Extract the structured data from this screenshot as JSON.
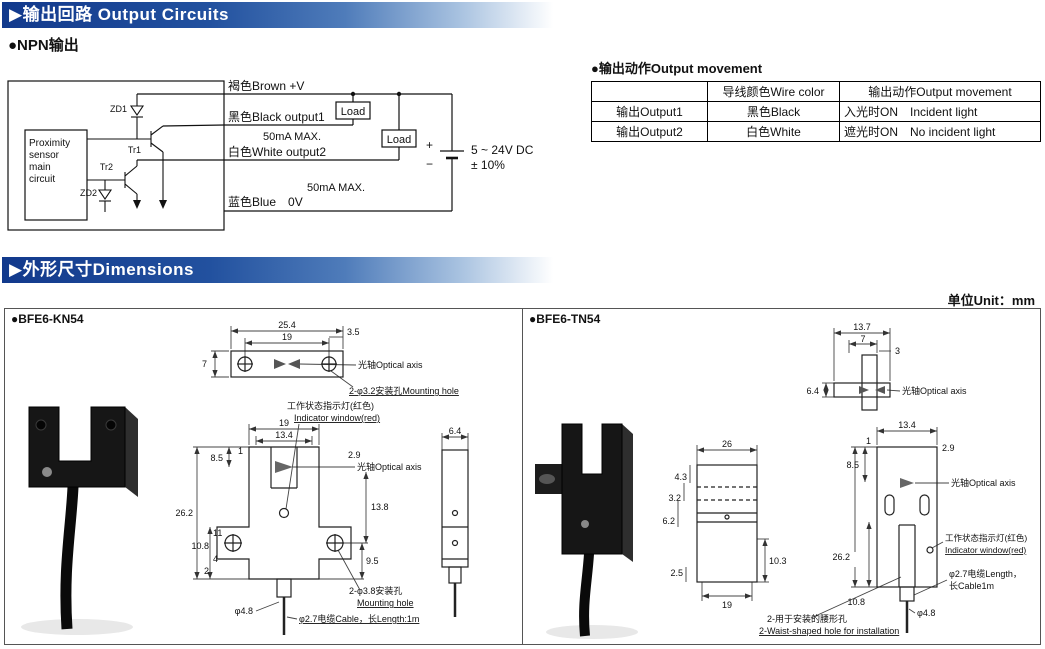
{
  "banners": {
    "output_circuits": "▶输出回路 Output Circuits",
    "dimensions": "▶外形尺寸Dimensions"
  },
  "unit_label": "单位Unit：mm",
  "colors": {
    "banner_blue": "#12398c",
    "line_black": "#111111"
  },
  "circuit": {
    "title": "●NPN输出",
    "box_l1": "Proximity",
    "box_l2": "sensor",
    "box_l3": "main",
    "box_l4": "circuit",
    "zd1": "ZD1",
    "tr1": "Tr1",
    "zd2": "ZD2",
    "tr2": "Tr2",
    "wire_brown": "褐色Brown +V",
    "wire_black": "黑色Black output1",
    "wire_white": "白色White output2",
    "wire_blue": "蓝色Blue　0V",
    "load1": "Load",
    "load2": "Load",
    "ma1": "50mA MAX.",
    "ma2": "50mA MAX.",
    "plus": "+",
    "minus": "−",
    "supply1": "5 ~ 24V DC",
    "supply2": "± 10%"
  },
  "output_table": {
    "title": "●输出动作Output movement",
    "col1": "",
    "col2": "导线颜色Wire color",
    "col3": "输出动作Output movement",
    "rows": [
      {
        "name": "输出Output1",
        "color": "黑色Black",
        "action": "入光时ON　Incident light"
      },
      {
        "name": "输出Output2",
        "color": "白色White",
        "action": "遮光时ON　No incident light"
      }
    ]
  },
  "models": [
    {
      "name": "●BFE6-KN54",
      "dims": {
        "w254": "25.4",
        "w19": "19",
        "r35": "3.5",
        "l7": "7",
        "axis_top": "光轴Optical axis",
        "mount_top": "2-φ3.2安装孔Mounting hole",
        "ind1": "工作状态指示灯(红色)",
        "ind2": "Indicator window(red)",
        "f19": "19",
        "f134": "13.4",
        "f1": "1",
        "f29": "2.9",
        "f85": "8.5",
        "axis_front": "光轴Optical axis",
        "h262": "26.2",
        "h11": "11",
        "h108": "10.8",
        "h4": "4",
        "h2": "2",
        "h138": "13.8",
        "h95": "9.5",
        "mountf1": "2-φ3.8安装孔",
        "mountf2": "Mounting hole",
        "s64": "6.4",
        "cdia": "φ4.8",
        "cable": "φ2.7电缆Cable，长Length:1m"
      }
    },
    {
      "name": "●BFE6-TN54",
      "dims": {
        "t137": "13.7",
        "t7": "7",
        "t3": "3",
        "t64": "6.4",
        "axis_top": "光轴Optical axis",
        "v26": "26",
        "v43": "4.3",
        "v32": "3.2",
        "v62": "6.2",
        "v25": "2.5",
        "v19": "19",
        "v103": "10.3",
        "f134": "13.4",
        "f1": "1",
        "f29": "2.9",
        "f85": "8.5",
        "axis_front": "光轴Optical axis",
        "h262": "26.2",
        "h108": "10.8",
        "ind1": "工作状态指示灯(红色)",
        "ind2": "Indicator window(red)",
        "cable1": "φ2.7电缆Length，",
        "cable2": "长Cable1m",
        "cdia": "φ4.8",
        "waist1": "2-用于安装的腰形孔",
        "waist2": "2-Waist-shaped hole for installation"
      }
    }
  ]
}
